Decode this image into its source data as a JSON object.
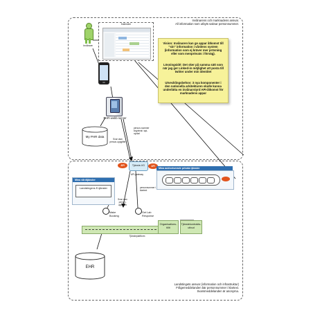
{
  "top_zone": {
    "caption": "Invånarens och marknadens ansvar.\nAll information som utbyts saknar personnummer."
  },
  "client": {
    "app_title": "Kalender",
    "person_label": "Invånare"
  },
  "sticky_note": {
    "vision": "Vision: Invånaren kan ge appar åtkomst till \"sin\" information i vårdens system (information som ej kräver mer prövning eller som menprövats i förväg).",
    "solution": "Lösningsidé: Det sker på samma sätt som när jag ger Linked-in möjlighet att posta till twitter under min identitet",
    "needs": "Utvecklingsbehov: 3 nya komponenter i den nationella arkitekturen skulle kunna underlätta en invånarstyrd API-åtkomst för marknadens appar"
  },
  "phr": {
    "server_label": "PHR-webb server",
    "data_label": "My PHR data",
    "flow_left": "Svar utan person-uppgifter",
    "flow_right": "person-nummer krypterat i api-nyckel"
  },
  "bottom_zone": {
    "caption": "Landstingets ansvar (information och infrastruktur)\nFrågemeddelanden bär personnummer i klartext.\nSvarsmeddelanden är anonyma."
  },
  "platform": {
    "api_badge_left": "API",
    "gateway_label": "Tjänste-VG",
    "api_badge_right": "API",
    "api_gateway_label": "API-gateway",
    "private_services_title": "Mina auktoriserade privata tjänster",
    "flow_pn": "personnummer i klartext",
    "flow_answer": "Svar utan person-uppgifter"
  },
  "my_services": {
    "title": "Mina vårdtjänster",
    "item": "Landstingens E-tjänster"
  },
  "endpoints": {
    "booking": "Make Booking",
    "lab": "Get Lab Response",
    "platform": "Tjänsteplattform"
  },
  "services": {
    "org_directory": "Organisations-tillit",
    "contract_directory": "Tjänstekontrakts-utbud"
  },
  "ehr": {
    "label": "EHR"
  }
}
